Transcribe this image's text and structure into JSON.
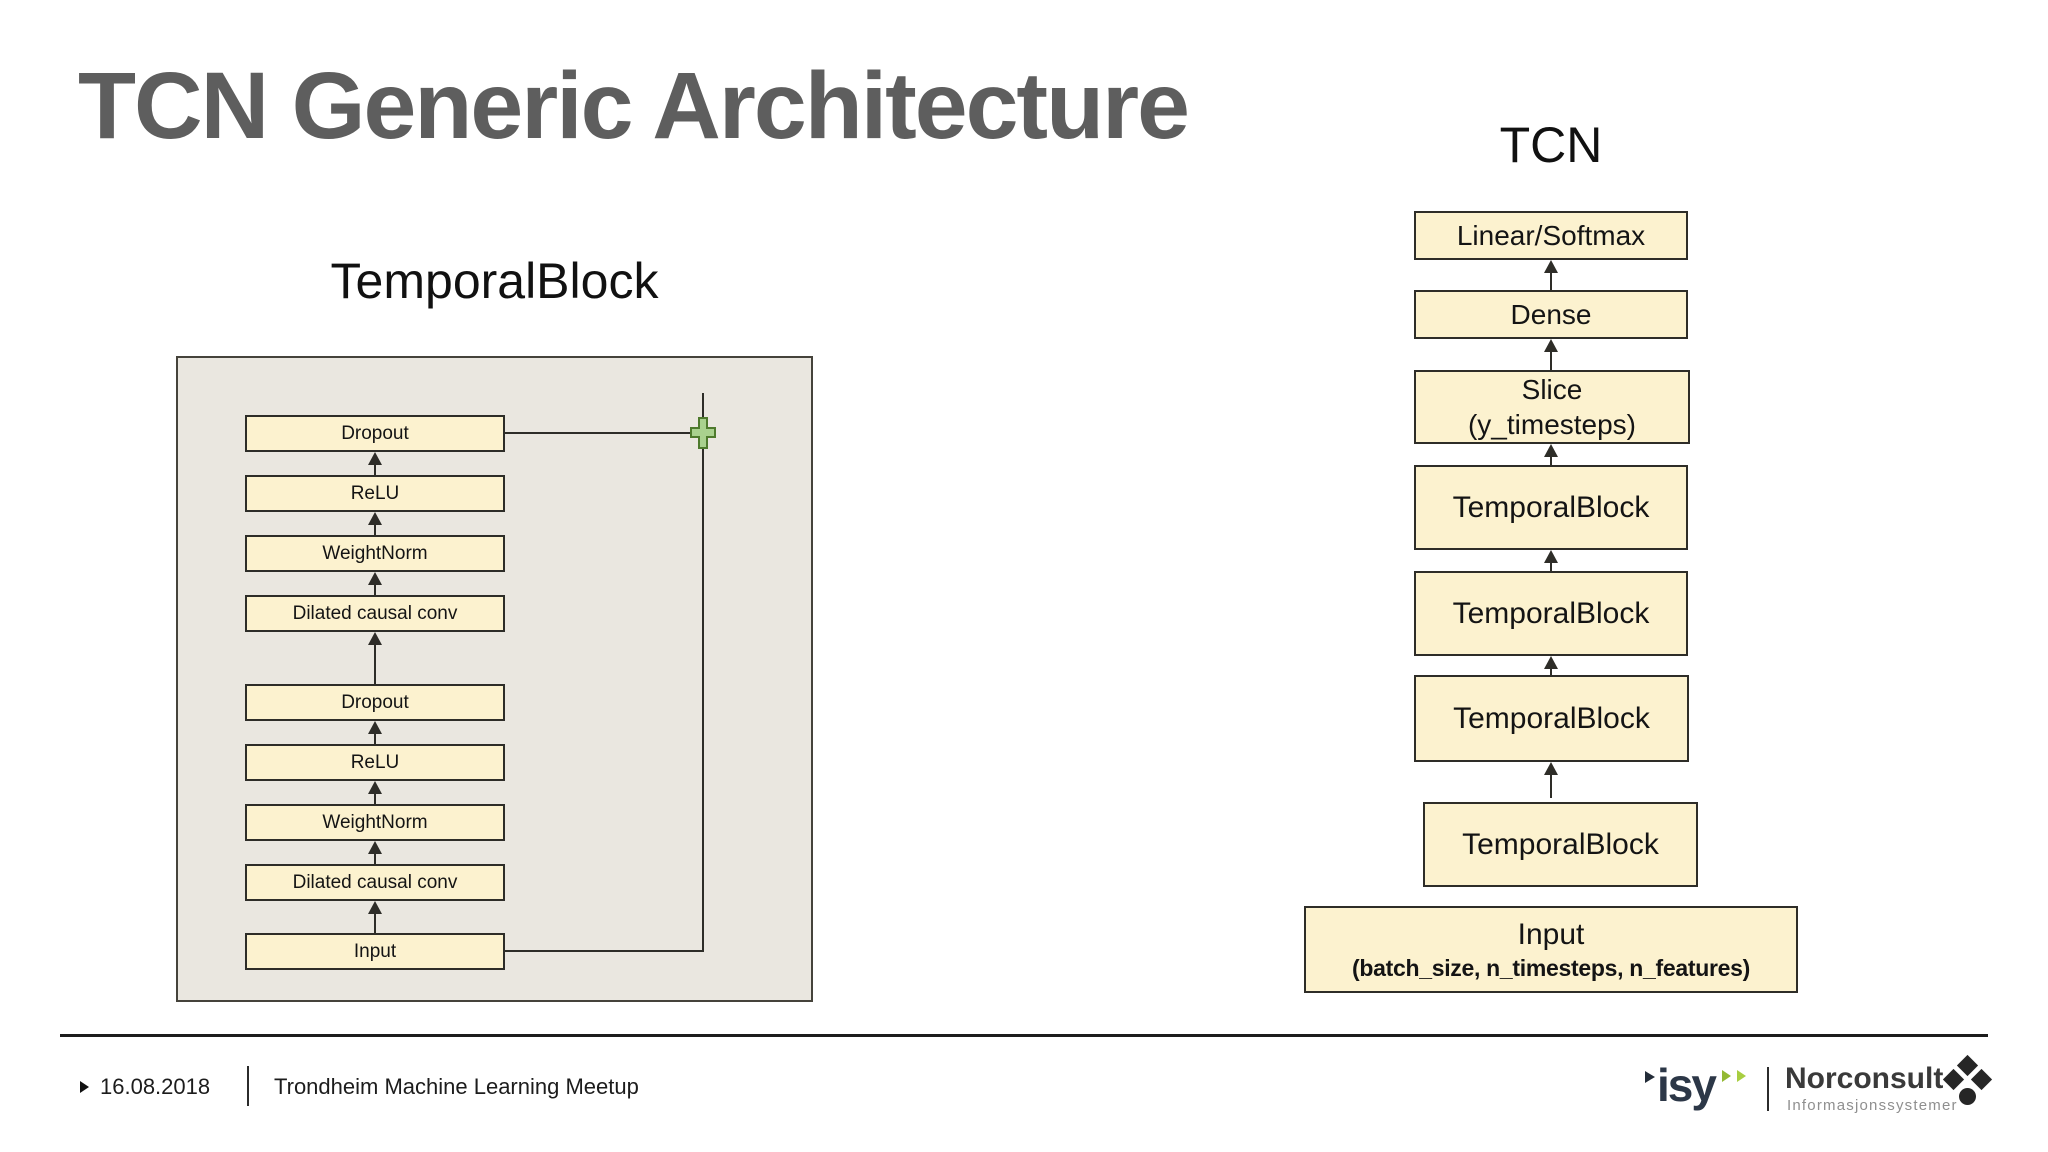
{
  "slide": {
    "title": "TCN Generic Architecture"
  },
  "left_diagram": {
    "heading": "TemporalBlock",
    "blocks": [
      "Dropout",
      "ReLU",
      "WeightNorm",
      "Dilated causal conv",
      "Dropout",
      "ReLU",
      "WeightNorm",
      "Dilated causal conv",
      "Input"
    ],
    "plus_symbol": "+"
  },
  "right_diagram": {
    "heading": "TCN",
    "blocks": [
      {
        "label": "Linear/Softmax"
      },
      {
        "label": "Dense"
      },
      {
        "label": "Slice",
        "sublabel": "(y_timesteps)"
      },
      {
        "label": "TemporalBlock"
      },
      {
        "label": "TemporalBlock"
      },
      {
        "label": "TemporalBlock"
      },
      {
        "label": "TemporalBlock"
      },
      {
        "label": "Input",
        "sublabel": "(batch_size, n_timesteps, n_features)"
      }
    ]
  },
  "footer": {
    "date": "16.08.2018",
    "event": "Trondheim Machine Learning Meetup"
  },
  "branding": {
    "isy_text": "isy",
    "company": "Norconsult",
    "company_sub": "Informasjonssystemer"
  },
  "colors": {
    "title_gray": "#5e5e5e",
    "box_fill": "#fcf2cf",
    "container_fill": "#eae7e0",
    "line_dark": "#2e2d28",
    "plus_fill": "#a9d18e",
    "plus_stroke": "#4e7a2d",
    "isy_navy": "#2c3747",
    "isy_green": "#a8ce41",
    "logo_dark": "#262626"
  }
}
